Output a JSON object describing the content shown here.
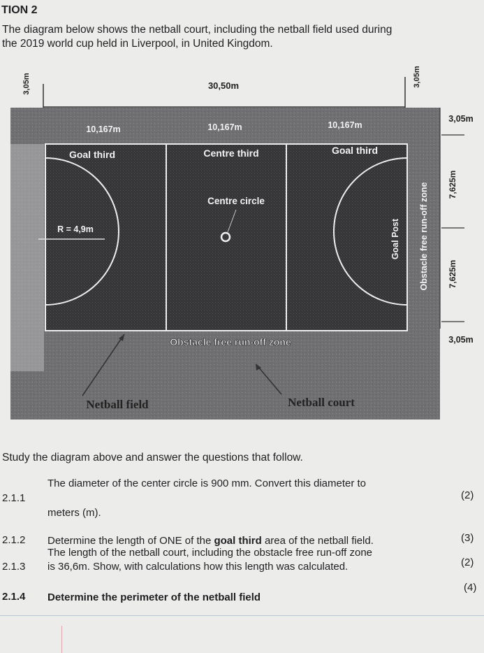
{
  "section_heading": "TION 2",
  "intro": {
    "line1": "The diagram below shows the netball court, including the netball field used during",
    "line2": "the 2019 world cup held in Liverpool, in United Kingdom."
  },
  "diagram": {
    "width_dim": "30,50m",
    "left_gap_dim": "3,05m",
    "right_gap_dim": "3,05m",
    "top_runoff_dim": "3,05m",
    "bottom_runoff_dim": "3,05m",
    "half_width_top": "7,625m",
    "half_width_bottom": "7,625m",
    "third_lengths": [
      "10,167m",
      "10,167m",
      "10,167m"
    ],
    "thirds": [
      "Goal third",
      "Centre third",
      "Goal third"
    ],
    "centre_circle": "Centre circle",
    "radius": "R = 4,9m",
    "goal_post": "Goal Post",
    "runoff_vertical": "Obstacle free run-off zone",
    "runoff_bottom": "Obstacle free run-off zone",
    "netball_field": "Netball field",
    "netball_court": "Netball court",
    "colors": {
      "surface": "#6e6e70",
      "court": "#353538",
      "lines": "#f2f2f2",
      "paper": "#ececea"
    }
  },
  "instructions": "Study the diagram above and answer the questions that follow.",
  "questions": [
    {
      "num": "2.1.1",
      "line1": "The diameter of the center circle is 900 mm. Convert this diameter to",
      "line2": "meters (m).",
      "marks": "(2)"
    },
    {
      "num": "2.1.2",
      "text_before": "Determine the length of ONE of the ",
      "text_bold": "goal third",
      "text_after": " area of the netball field.",
      "marks": "(3)"
    },
    {
      "num": "2.1.3",
      "line1": "The length of the netball court, including the obstacle free run-off zone",
      "line2": "is 36,6m. Show, with calculations how this length was calculated.",
      "marks": "(2)"
    },
    {
      "num": "2.1.4",
      "text": "Determine the perimeter of the netball field",
      "marks": "(4)"
    }
  ]
}
